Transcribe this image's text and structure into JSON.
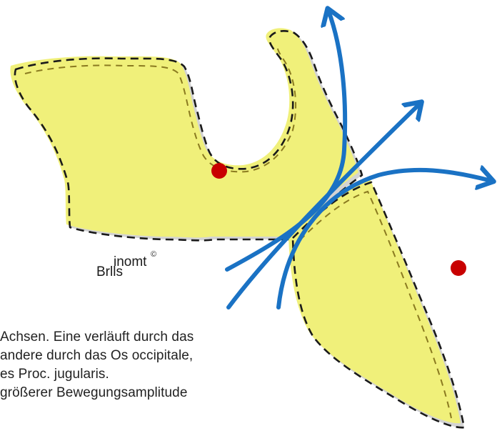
{
  "logo": {
    "line1": "inomt",
    "line2": "Brlls",
    "copyright": "©"
  },
  "caption": {
    "lines": [
      "Achsen. Eine verläuft durch das",
      "andere durch das Os occipitale,",
      "es Proc. jugularis.",
      "größerer Bewegungsamplitude",
      ""
    ]
  },
  "colors": {
    "bone_fill": "#f0f07a",
    "shadow": "#d3d3d3",
    "outline": "#1a1a1a",
    "arrow": "#1a72c4",
    "axis_point": "#c80000"
  }
}
